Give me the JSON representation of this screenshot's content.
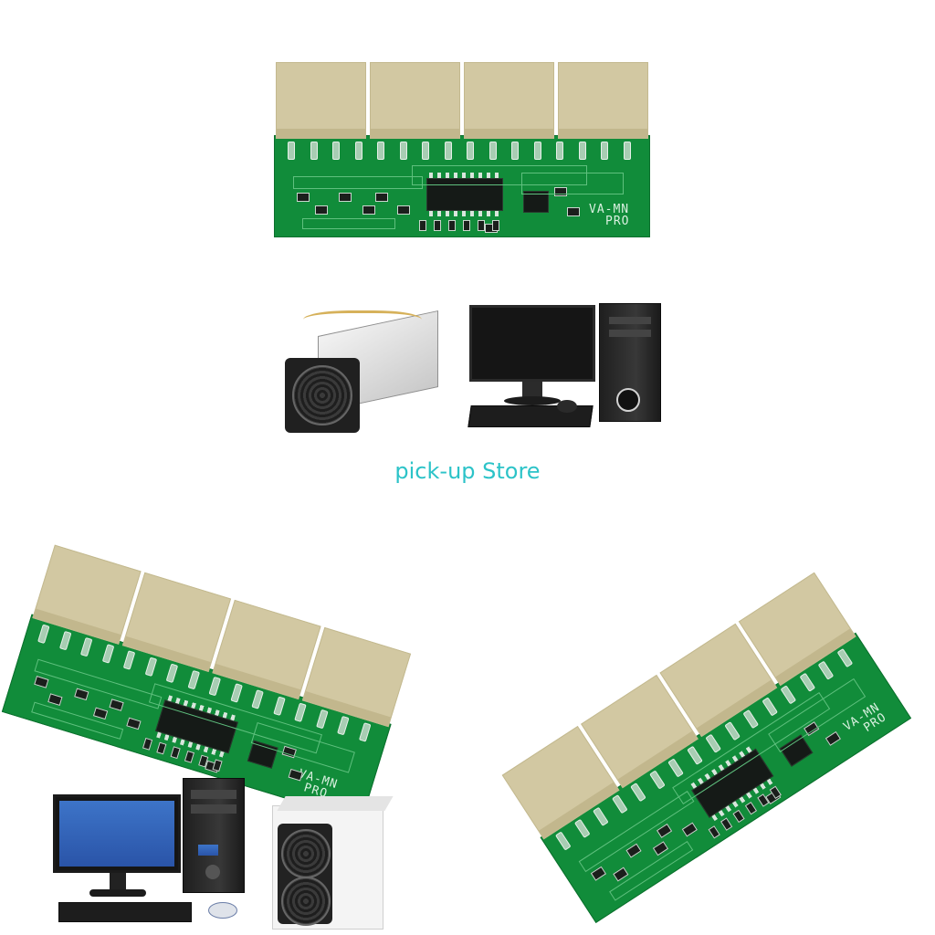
{
  "caption": "pick-up Store",
  "board": {
    "silkscreen_line1": "VA-MN",
    "silkscreen_line2": "PRO",
    "jack_count": 4,
    "pcb_color": "#118c3a",
    "jack_color": "#d2c8a2"
  },
  "images": [
    {
      "name": "board-top",
      "description_icon": "pcb-board"
    },
    {
      "name": "miner-and-desktop",
      "description_icon": "asic-miner"
    },
    {
      "name": "board-left-tilted",
      "description_icon": "pcb-board"
    },
    {
      "name": "board-right-tilted",
      "description_icon": "pcb-board"
    },
    {
      "name": "desktop-and-miner-bottom",
      "description_icon": "desktop-computer"
    }
  ],
  "accent_color": "#2cc3c8"
}
